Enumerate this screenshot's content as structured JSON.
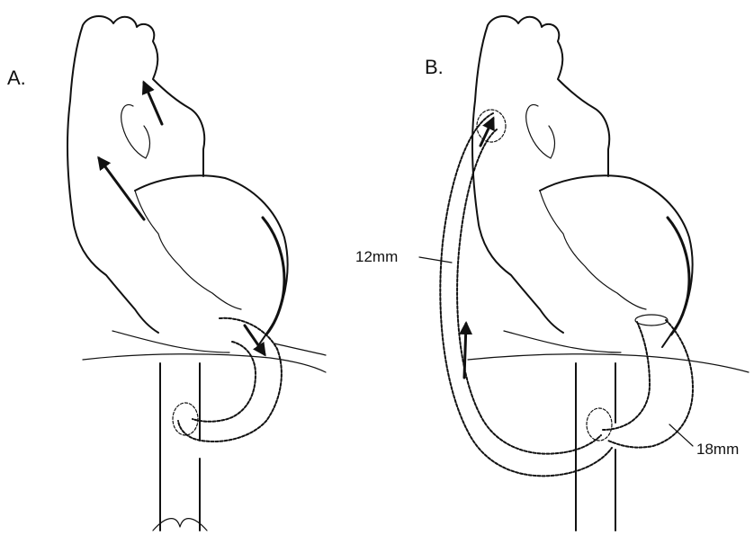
{
  "panels": {
    "a": {
      "label": "A."
    },
    "b": {
      "label": "B."
    }
  },
  "grafts": {
    "small": {
      "label": "12mm"
    },
    "large": {
      "label": "18mm"
    }
  },
  "colors": {
    "ink": "#111111",
    "background": "#ffffff"
  }
}
